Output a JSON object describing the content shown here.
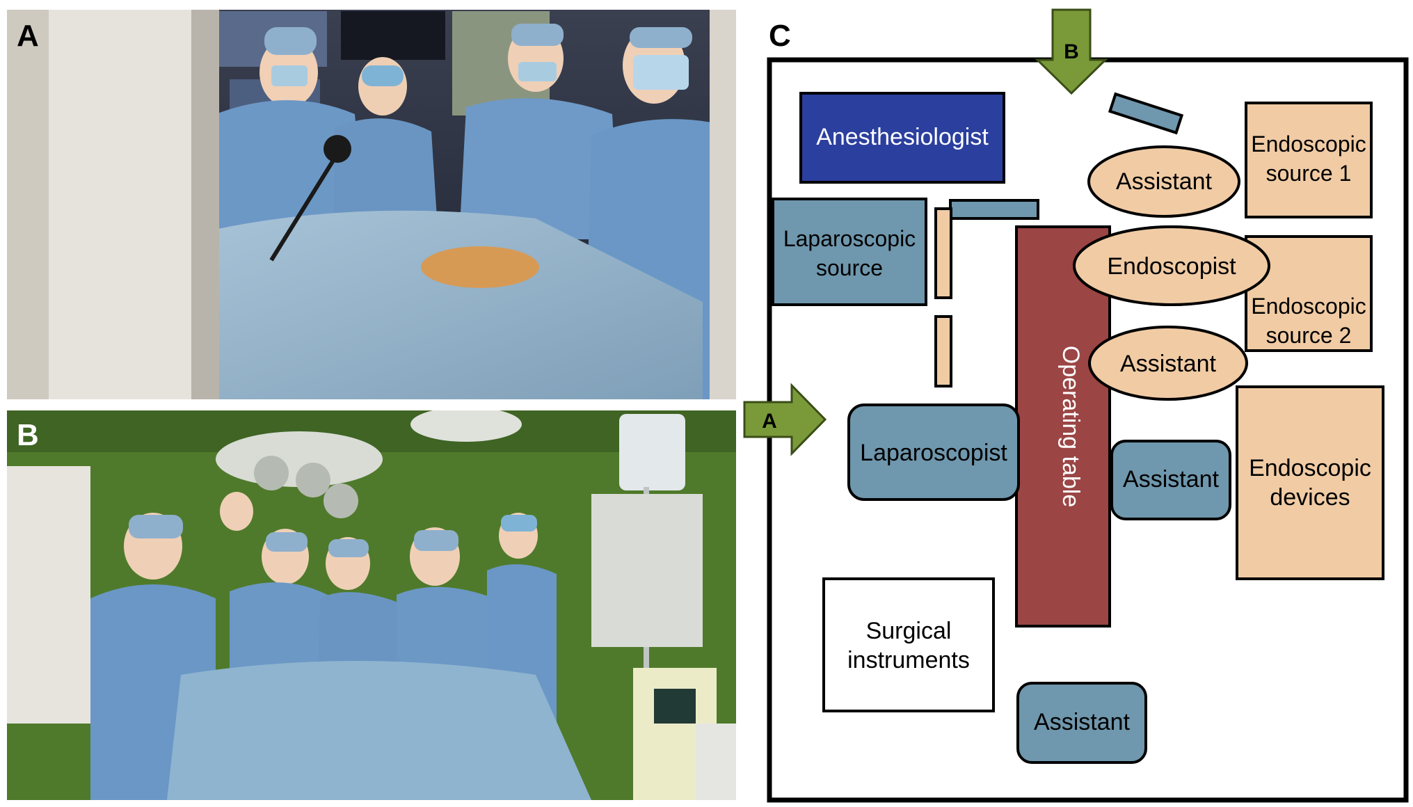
{
  "panels": {
    "a_label": "A",
    "b_label": "B",
    "c_label": "C"
  },
  "diagram": {
    "arrow_a_label": "A",
    "arrow_b_label": "B",
    "anesthesiologist": "Anesthesiologist",
    "laparoscopic_source": [
      "Laparoscopic",
      "source"
    ],
    "laparoscopist": "Laparoscopist",
    "operating_table": "Operating table",
    "assistant_top": "Assistant",
    "endoscopist": "Endoscopist",
    "assistant_mid": "Assistant",
    "assistant_right": "Assistant",
    "assistant_bottom": "Assistant",
    "endoscopic_source_1": [
      "Endoscopic",
      "source 1"
    ],
    "endoscopic_source_2": [
      "Endoscopic",
      "source 2"
    ],
    "endoscopic_devices": [
      "Endoscopic",
      "devices"
    ],
    "surgical_instruments": [
      "Surgical",
      "instruments"
    ]
  },
  "colors": {
    "arrow_green": "#7a9a3a",
    "anesthesiologist_blue": "#2b3f9e",
    "staff_blue": "#6f97ad",
    "tan": "#f0cba4",
    "table_red": "#9b4545",
    "drape_blue": "#8fb4cf",
    "wall_green": "#4f7a2b"
  }
}
